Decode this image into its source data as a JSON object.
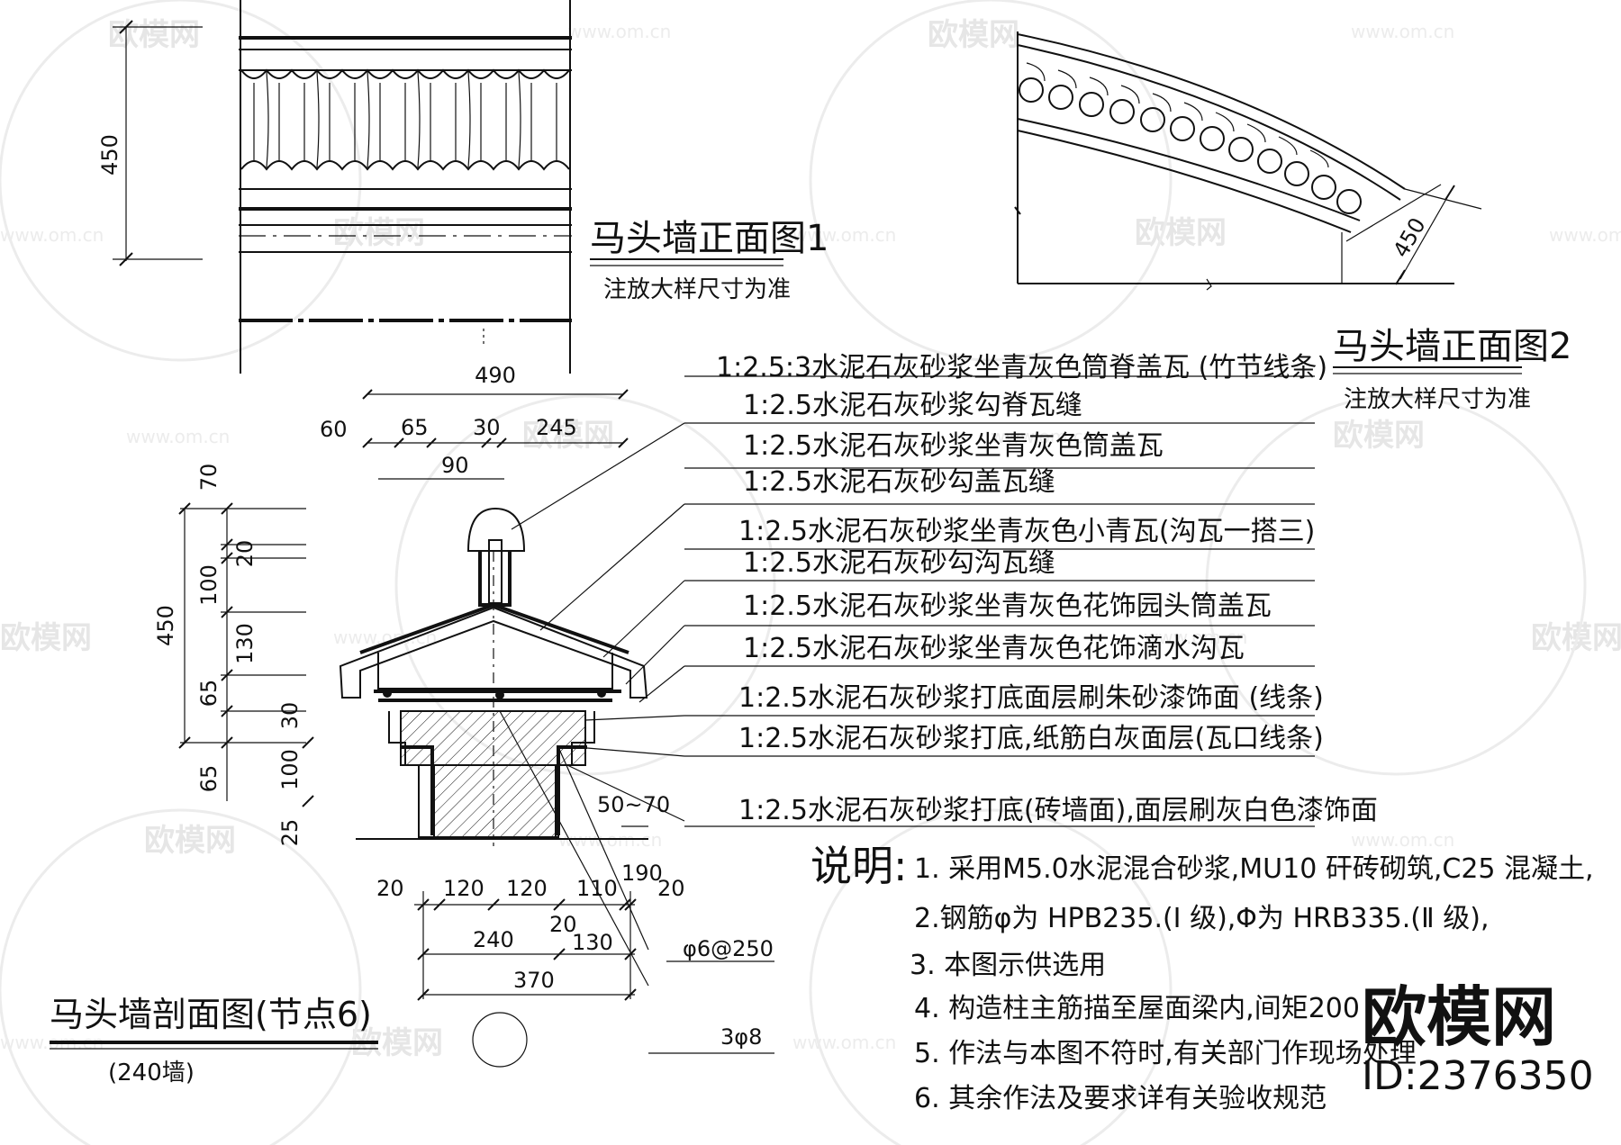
{
  "views": {
    "front1": {
      "title": "马头墙正面图1",
      "subtitle": "注放大样尺寸为准",
      "dim_height": "450"
    },
    "front2": {
      "title": "马头墙正面图2",
      "subtitle": "注放大样尺寸为准",
      "dim_height": "450"
    },
    "section": {
      "title": "马头墙剖面图(节点6)",
      "subtitle": "(240墙)",
      "top_dims": [
        "490",
        "60",
        "65",
        "30",
        "245",
        "90"
      ],
      "left_dims": [
        "70",
        "20",
        "100",
        "130",
        "65",
        "30",
        "450",
        "65",
        "100",
        "25"
      ],
      "bottom_dims": [
        "20",
        "120",
        "120",
        "110",
        "190",
        "20",
        "20",
        "130",
        "240",
        "370"
      ],
      "misc_dims": [
        "50~70"
      ],
      "rebar_labels": [
        "φ6@250",
        "3φ8"
      ]
    }
  },
  "layers": [
    "1:2.5:3水泥石灰砂浆坐青灰色筒脊盖瓦 (竹节线条)",
    "1:2.5水泥石灰砂浆勾脊瓦缝",
    "1:2.5水泥石灰砂浆坐青灰色筒盖瓦",
    "1:2.5水泥石灰砂勾盖瓦缝",
    "1:2.5水泥石灰砂浆坐青灰色小青瓦(沟瓦一搭三)",
    "1:2.5水泥石灰砂勾沟瓦缝",
    "1:2.5水泥石灰砂浆坐青灰色花饰园头筒盖瓦",
    "1:2.5水泥石灰砂浆坐青灰色花饰滴水沟瓦",
    "1:2.5水泥石灰砂浆打底面层刷朱砂漆饰面 (线条)",
    "1:2.5水泥石灰砂浆打底,纸筋白灰面层(瓦口线条)",
    "1:2.5水泥石灰砂浆打底(砖墙面),面层刷灰白色漆饰面"
  ],
  "notes": {
    "heading": "说明:",
    "items": [
      "1. 采用M5.0水泥混合砂浆,MU10 矸砖砌筑,C25 混凝土,",
      "2.钢筋φ为 HPB235.(Ⅰ 级),Φ为 HRB335.(Ⅱ 级),",
      "3.  本图示供选用",
      "4.  构造柱主筋描至屋面梁内,间矩200",
      "5.  作法与本图不符时,有关部门作现场处理",
      "6.  其余作法及要求详有关验收规范"
    ]
  },
  "watermark": {
    "brand": "欧模网",
    "site": "www.om.cn",
    "id": "ID:2376350"
  }
}
